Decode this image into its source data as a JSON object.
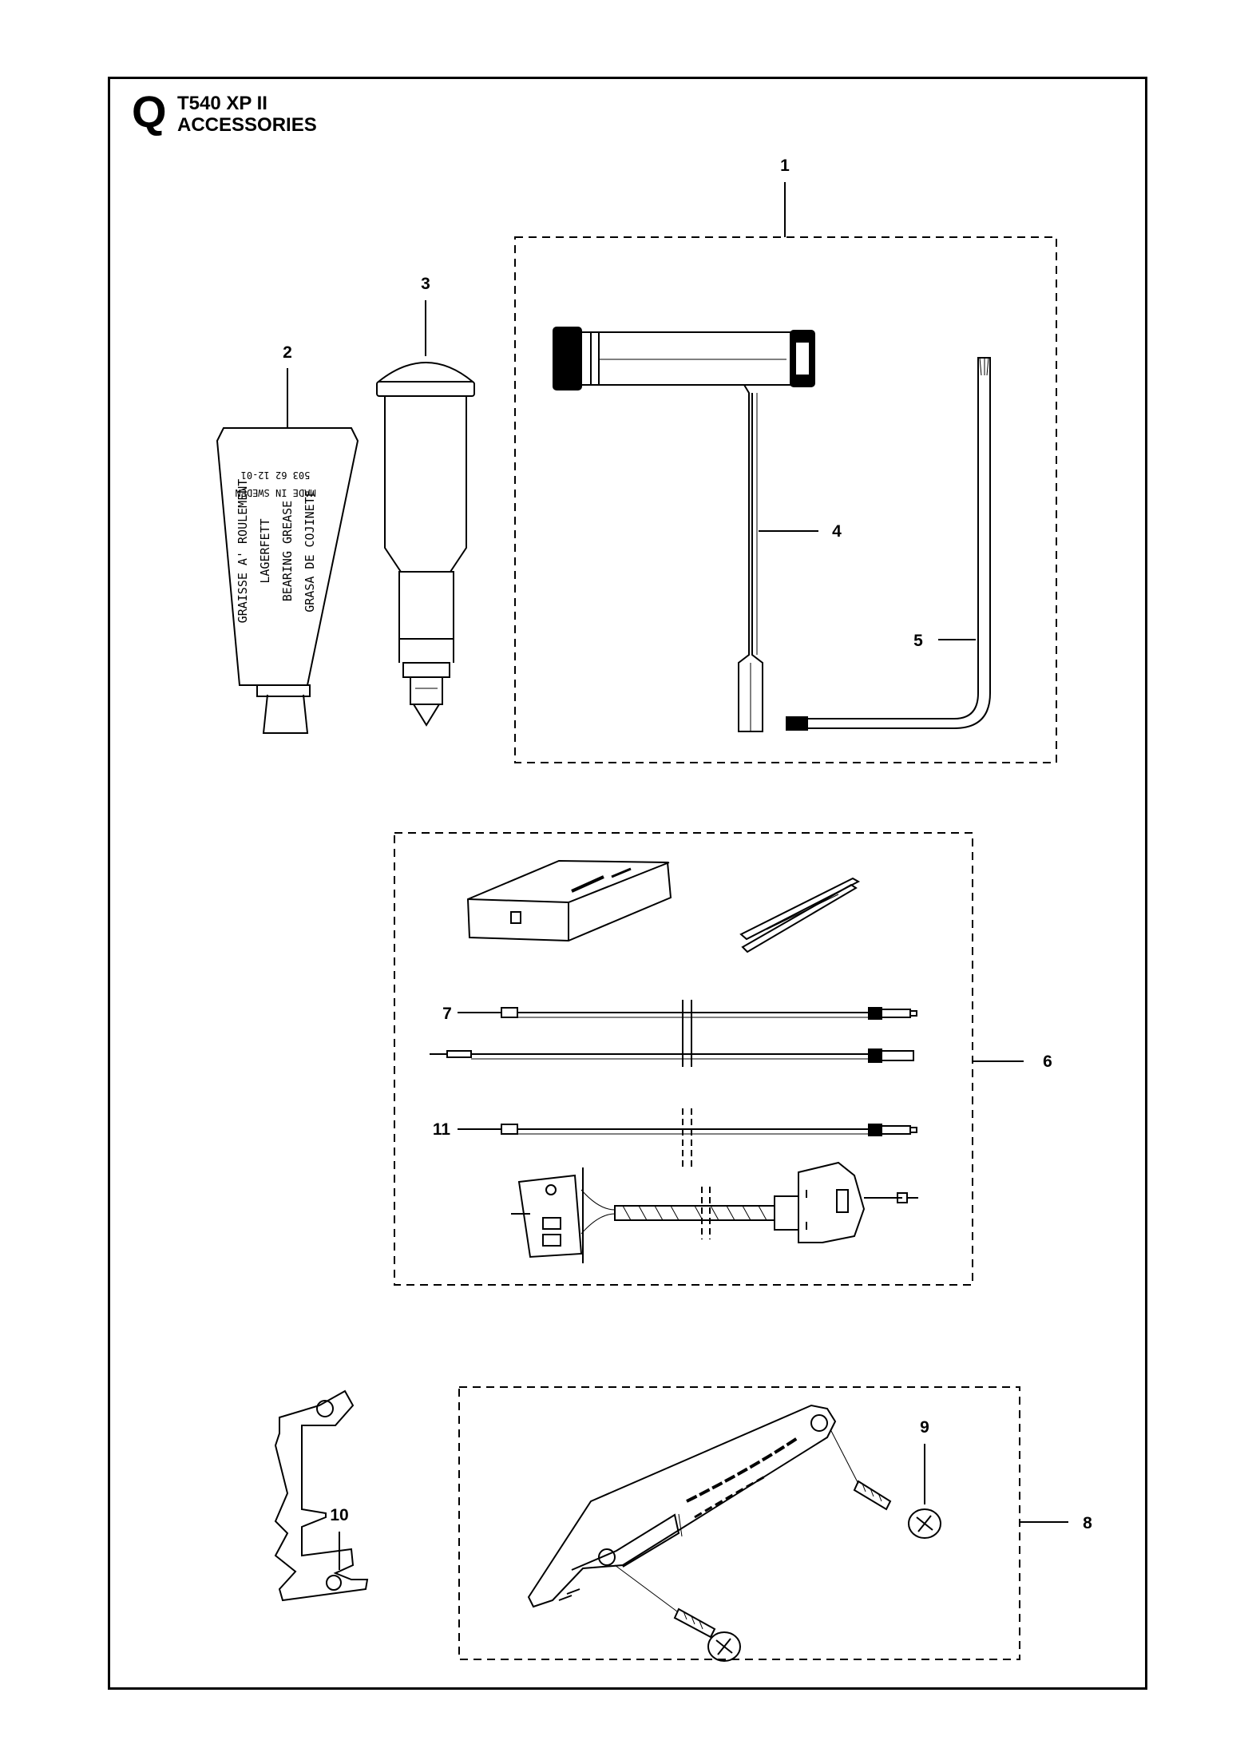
{
  "header": {
    "section_letter": "Q",
    "model": "T540 XP II",
    "subtitle": "ACCESSORIES"
  },
  "tube_text": {
    "line1": "GRAISSE A' ROULEMENT",
    "line2": "LAGERFETT",
    "line3": "BEARING GREASE",
    "line4": "GRASA DE COJINETE",
    "part_no": "503 62 12-01",
    "origin": "MADE IN SWEDEN"
  },
  "callouts": {
    "c1": "1",
    "c2": "2",
    "c3": "3",
    "c4": "4",
    "c5": "5",
    "c6": "6",
    "c7": "7",
    "c8": "8",
    "c9": "9",
    "c10": "10",
    "c11": "11"
  },
  "colors": {
    "line": "#000000",
    "background": "#ffffff"
  }
}
